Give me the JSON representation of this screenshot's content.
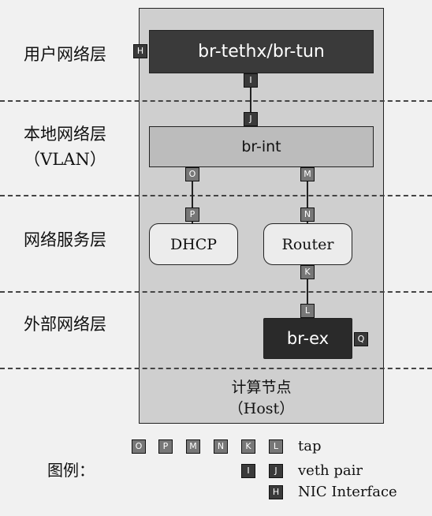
{
  "layers": [
    {
      "label": "用户网络层"
    },
    {
      "label": "本地网络层",
      "sub": "（VLAN）"
    },
    {
      "label": "网络服务层"
    },
    {
      "label": "外部网络层"
    }
  ],
  "nodes": {
    "br_tun": "br-tethx/br-tun",
    "br_int": "br-int",
    "dhcp": "DHCP",
    "router": "Router",
    "br_ex": "br-ex"
  },
  "ports": {
    "H": "H",
    "I": "I",
    "J": "J",
    "O": "O",
    "M": "M",
    "P": "P",
    "N": "N",
    "K": "K",
    "L": "L",
    "Q": "Q"
  },
  "host": {
    "title": "计算节点",
    "subtitle": "（Host）"
  },
  "legend": {
    "title": "图例：",
    "tap_ports": [
      "O",
      "P",
      "M",
      "N",
      "K",
      "L"
    ],
    "tap_label": "tap",
    "veth_ports": [
      "I",
      "J"
    ],
    "veth_label": "veth pair",
    "nic_ports": [
      "H"
    ],
    "nic_label": "NIC Interface"
  },
  "colors": {
    "dark_node": "#3a3a3a",
    "gray_node": "#bcbcbc",
    "host_frame": "#cfcfcf"
  }
}
